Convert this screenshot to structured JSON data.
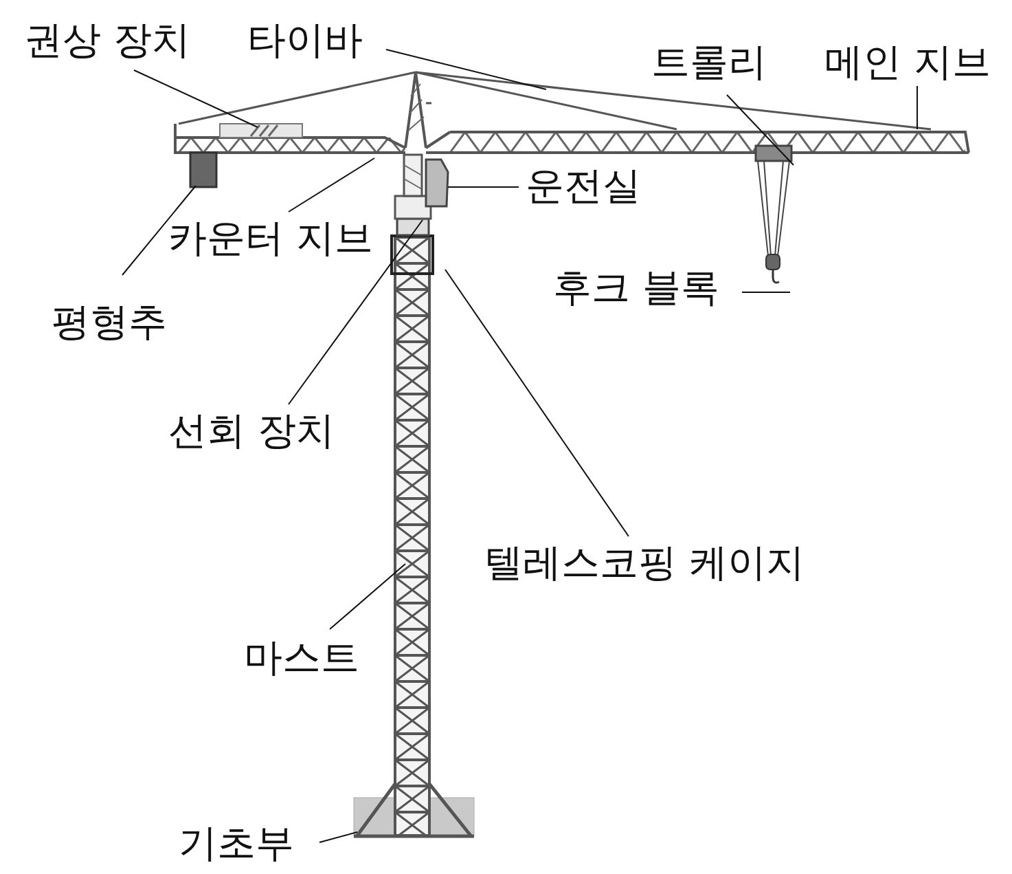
{
  "diagram": {
    "labels": [
      "권상 장치",
      "타이바",
      "트롤리",
      "메인 지브",
      "운전실",
      "카운터 지브",
      "평형추",
      "후크 블록",
      "선회 장치",
      "텔레스코핑 케이지",
      "마스트",
      "기초부"
    ]
  }
}
